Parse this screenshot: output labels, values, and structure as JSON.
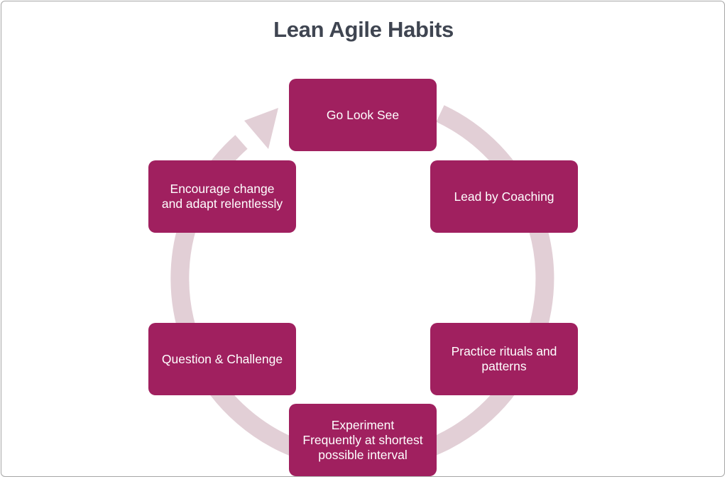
{
  "title": "Lean Agile Habits",
  "colors": {
    "node_fill": "#a0205f",
    "node_text": "#ffffff",
    "ring": "#e2cfd6",
    "title": "#3f4551"
  },
  "nodes": [
    {
      "label": "Go Look See"
    },
    {
      "label": "Lead by Coaching"
    },
    {
      "label": "Practice rituals and\npatterns"
    },
    {
      "label": "Experiment\nFrequently  at shortest\npossible interval"
    },
    {
      "label": "Question & Challenge"
    },
    {
      "label": "Encourage change\nand adapt relentlessly"
    }
  ]
}
